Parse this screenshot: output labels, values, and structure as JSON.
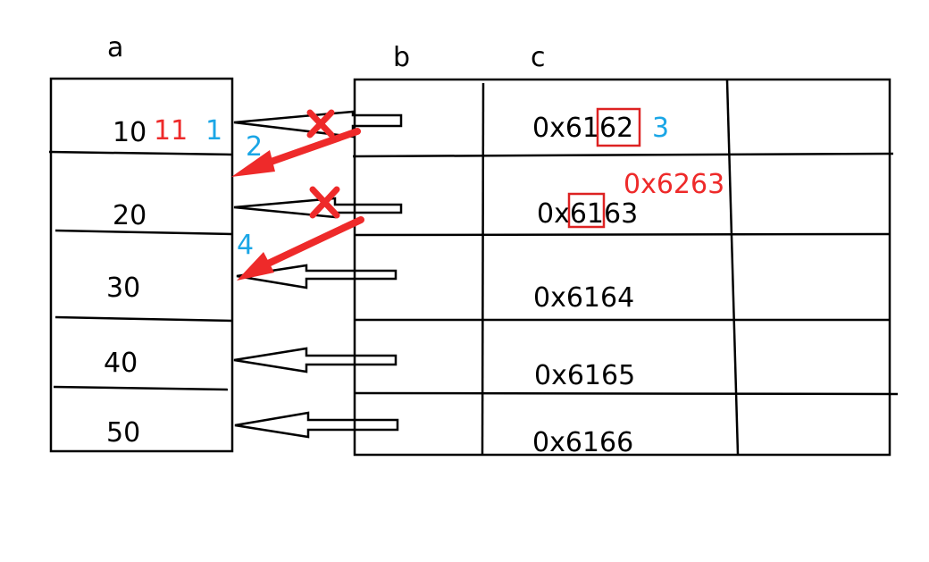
{
  "headers": {
    "a": "a",
    "b": "b",
    "c": "c"
  },
  "column_a": {
    "values": [
      "10",
      "20",
      "30",
      "40",
      "50"
    ],
    "overwrite_value": "11"
  },
  "column_c": {
    "addresses": [
      "0x6162",
      "0x6163",
      "0x6164",
      "0x6165",
      "0x6166"
    ],
    "overwrite_address": "0x6263"
  },
  "step_labels": {
    "s1": "1",
    "s2": "2",
    "s3": "3",
    "s4": "4"
  },
  "colors": {
    "ink": "#000000",
    "red": "#ee2a2a",
    "blue": "#1aa6e6",
    "highlight_box": "#dd2222"
  }
}
